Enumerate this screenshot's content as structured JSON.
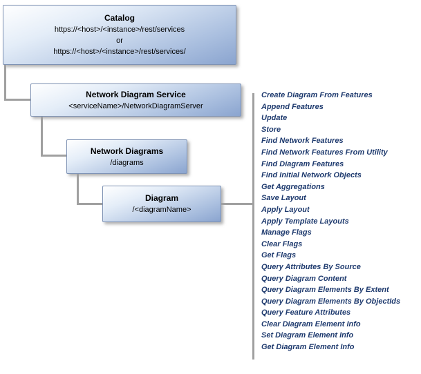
{
  "colors": {
    "page_bg": "#ffffff",
    "box_border": "#7e92b4",
    "box_top": "#ffffff",
    "box_bottom": "#8aa4cf",
    "connector": "#a0a0a0",
    "operation_text": "#1e3a6e"
  },
  "boxes": {
    "catalog": {
      "title": "Catalog",
      "lines": [
        "https://<host>/<instance>/rest/services",
        "or",
        "https://<host>/<instance>/rest/services/"
      ]
    },
    "service": {
      "title": "Network Diagram Service",
      "subtitle": "<serviceName>/NetworkDiagramServer"
    },
    "diagrams": {
      "title": "Network Diagrams",
      "subtitle": "/diagrams"
    },
    "diagram": {
      "title": "Diagram",
      "subtitle": "/<diagramName>"
    }
  },
  "operations": {
    "items": [
      "Create Diagram From Features",
      "Append Features",
      "Update",
      "Store",
      "Find Network Features",
      "Find Network Features From Utility",
      "Find Diagram Features",
      "Find Initial Network Objects",
      "Get Aggregations",
      "Save Layout",
      "Apply Layout",
      "Apply Template Layouts",
      "Manage Flags",
      "Clear Flags",
      "Get Flags",
      "Query Attributes By Source",
      "Query Diagram Content",
      "Query Diagram Elements By Extent",
      "Query Diagram Elements By ObjectIds",
      "Query Feature Attributes",
      "Clear Diagram Element Info",
      "Set Diagram Element Info",
      "Get Diagram Element Info"
    ]
  }
}
